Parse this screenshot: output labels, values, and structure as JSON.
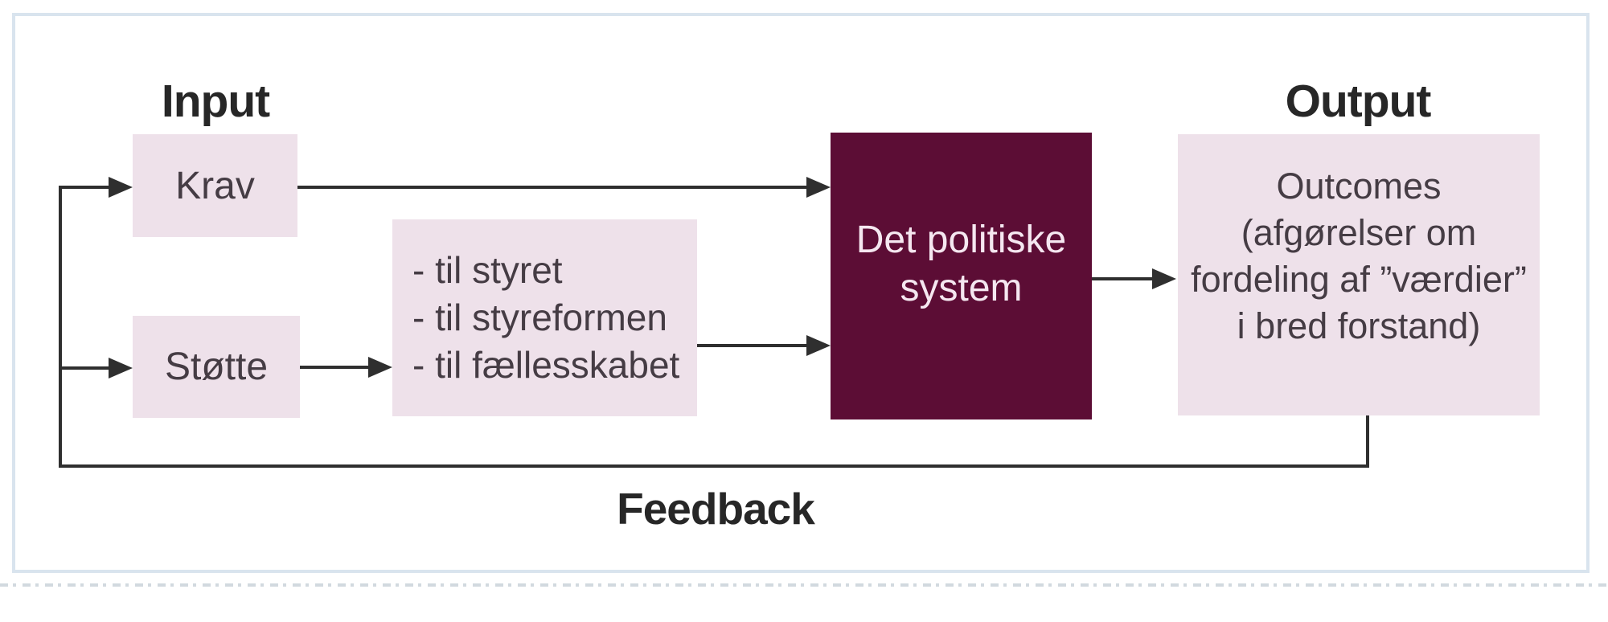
{
  "diagram": {
    "title_labels": {
      "input": "Input",
      "output": "Output",
      "feedback": "Feedback"
    },
    "nodes": {
      "krav": {
        "label": "Krav"
      },
      "stoette": {
        "label": "Støtte"
      },
      "support_targets": {
        "lines": [
          "- til styret",
          "- til styreformen",
          "- til fællesskabet"
        ]
      },
      "political_system": {
        "lines": [
          "Det politiske",
          "system"
        ]
      },
      "outcomes": {
        "lines": [
          "Outcomes",
          "(afgørelser om",
          "fordeling af ”værdier”",
          "i bred forstand)"
        ]
      }
    },
    "colors": {
      "box_pink": "#eee1ea",
      "box_dark": "#5c0d35",
      "connector": "#2f2f2f",
      "frame_border": "#d9e4ee",
      "box_text": "#453c44",
      "dark_box_text": "#f5e7f0"
    }
  }
}
